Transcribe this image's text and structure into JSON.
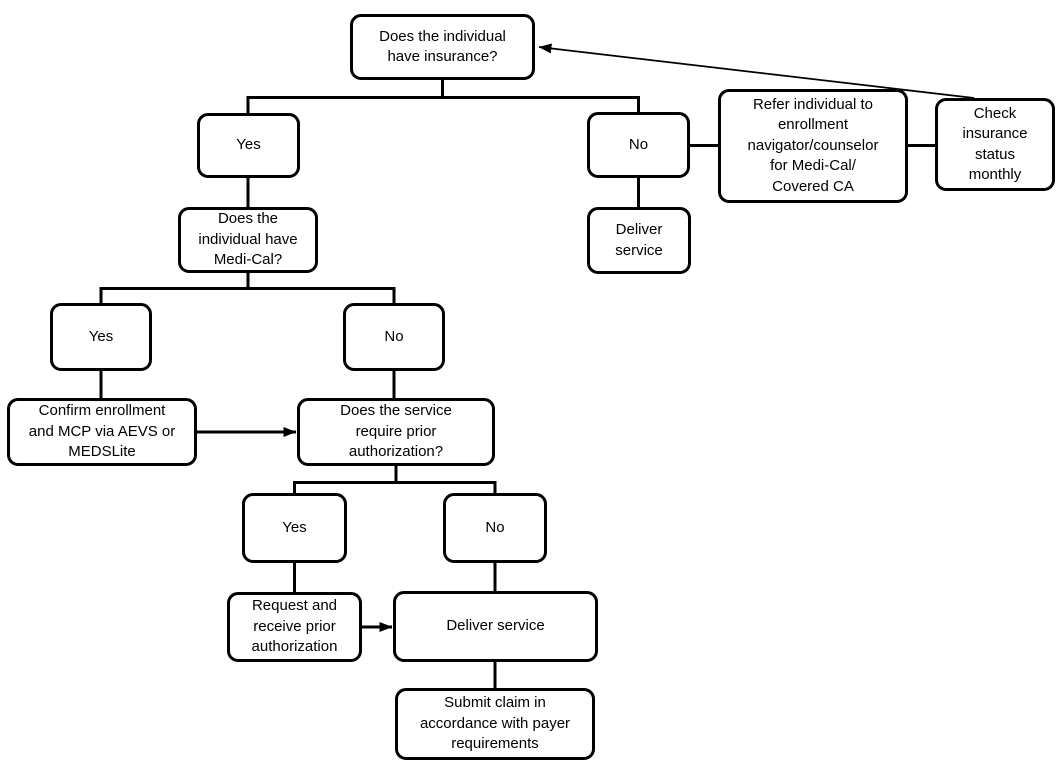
{
  "diagram": {
    "title": "Insurance and Medi-Cal billing decision flowchart",
    "background_color": "#ffffff",
    "line_color": "#000000",
    "box_fill_color": "#ffffff",
    "text_color": "#000000",
    "nodes": {
      "q_insurance": {
        "label": "Does the individual\nhave insurance?"
      },
      "yes1": {
        "label": "Yes"
      },
      "no1": {
        "label": "No"
      },
      "refer": {
        "label": "Refer individual to\nenrollment\nnavigator/counselor\nfor Medi-Cal/\nCovered CA"
      },
      "check": {
        "label": "Check\ninsurance\nstatus\nmonthly"
      },
      "deliver1": {
        "label": "Deliver\nservice"
      },
      "q_medical": {
        "label": "Does the\nindividual have\nMedi-Cal?"
      },
      "yes2": {
        "label": "Yes"
      },
      "no2": {
        "label": "No"
      },
      "confirm": {
        "label": "Confirm enrollment\nand MCP via AEVS or\nMEDSLite"
      },
      "q_auth": {
        "label": "Does the service\nrequire prior\nauthorization?"
      },
      "yes3": {
        "label": "Yes"
      },
      "no3": {
        "label": "No"
      },
      "request": {
        "label": "Request and\nreceive prior\nauthorization"
      },
      "deliver2": {
        "label": "Deliver service"
      },
      "submit": {
        "label": "Submit claim in\naccordance with payer\nrequirements"
      }
    }
  }
}
